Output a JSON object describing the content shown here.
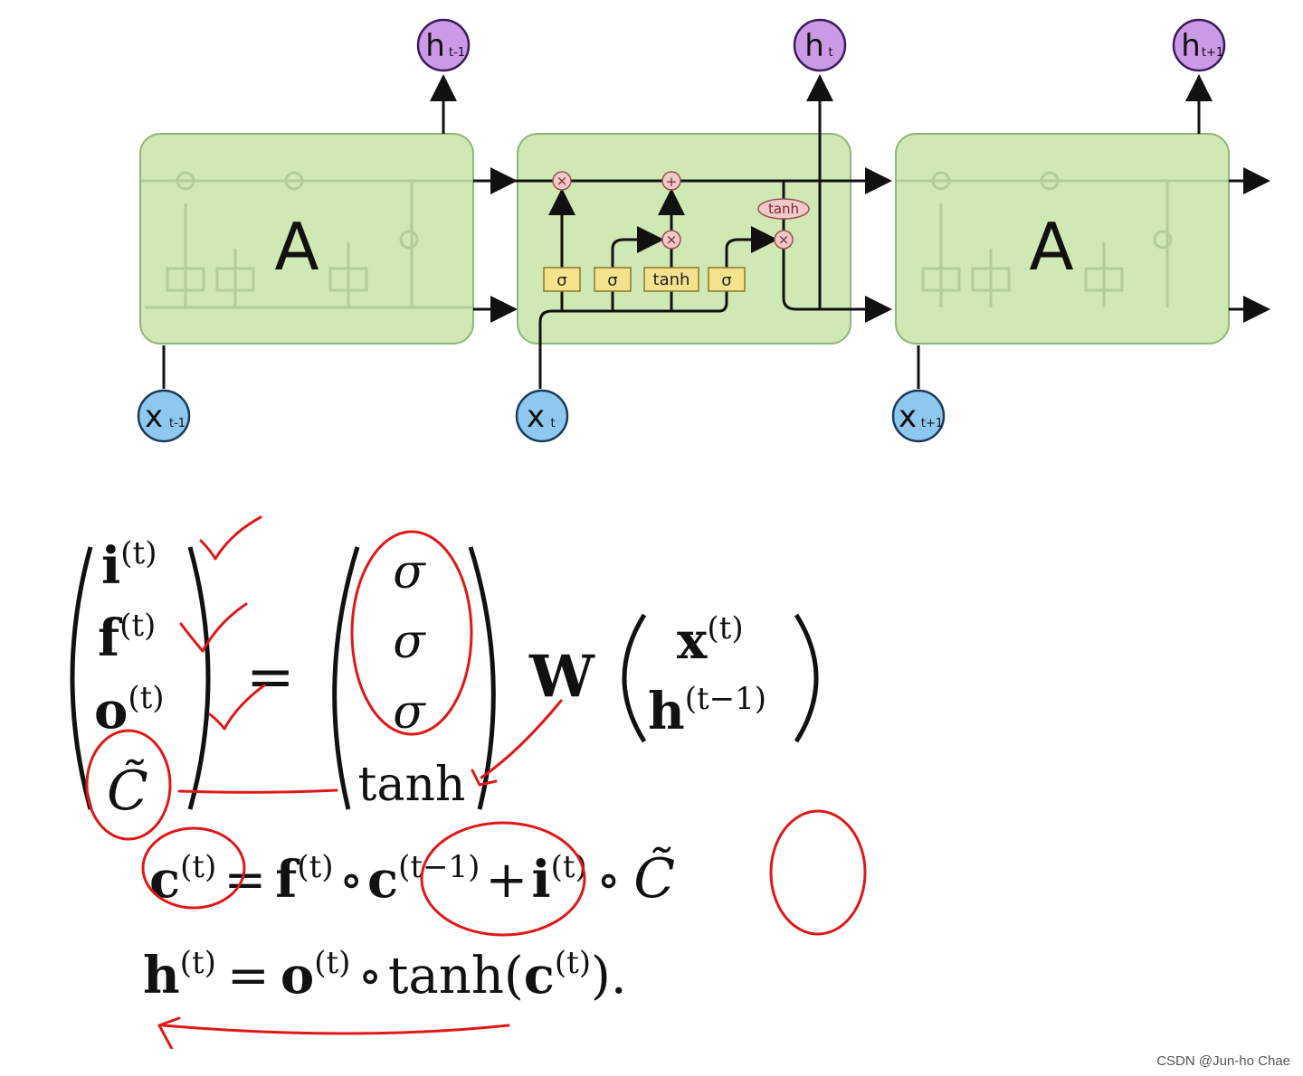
{
  "diagram": {
    "left_cell": {
      "label": "A",
      "input": "x",
      "input_sub": "t-1",
      "output": "h",
      "output_sub": "t-1"
    },
    "middle_cell": {
      "input": "x",
      "input_sub": "t",
      "output": "h",
      "output_sub": "t",
      "gates": [
        "σ",
        "σ",
        "tanh",
        "σ"
      ],
      "ops": {
        "multiply": "×",
        "add": "+",
        "tanh": "tanh"
      }
    },
    "right_cell": {
      "label": "A",
      "input": "x",
      "input_sub": "t+1",
      "output": "h",
      "output_sub": "t+1"
    },
    "colors": {
      "cell_fill": "#cfe8b4",
      "cell_stroke": "#8fb878",
      "input_node": "#8ec8ee",
      "output_node": "#cc99e6",
      "gate_fill": "#f5e28c",
      "op_fill": "#f2c8c8"
    }
  },
  "equations": {
    "gate_vector": [
      "i",
      "f",
      "o",
      "C̃"
    ],
    "superscript_t": "(t)",
    "superscript_t_minus_1": "(t−1)",
    "equals": "=",
    "activations": [
      "σ",
      "σ",
      "σ",
      "tanh"
    ],
    "weight": "W",
    "input_vector": [
      "x",
      "h"
    ],
    "cell_update": {
      "lhs": "c",
      "f": "f",
      "circ": "∘",
      "c_prev": "c",
      "plus": "+",
      "i": "i",
      "c_tilde": "C̃"
    },
    "hidden_update": {
      "lhs": "h",
      "o": "o",
      "tanh": "tanh(",
      "c": "c",
      "close": ")."
    }
  },
  "watermark": "CSDN @Jun-ho Chae"
}
